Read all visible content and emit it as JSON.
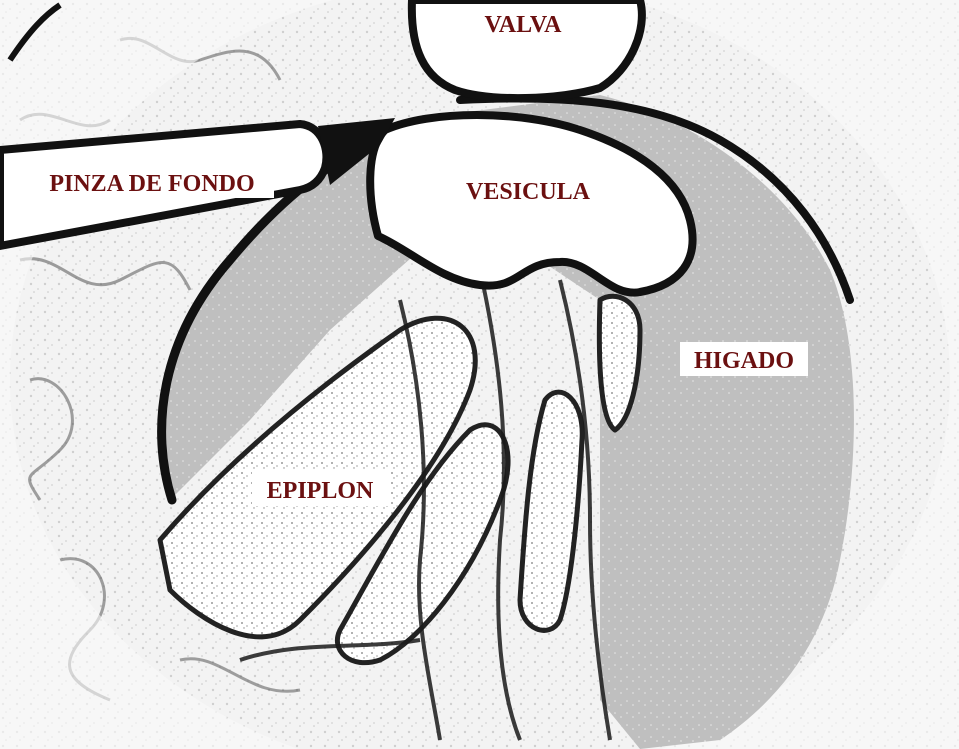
{
  "labels": {
    "valva": "VALVA",
    "pinza": "PINZA DE FONDO",
    "vesicula": "VESICULA",
    "higado": "HIGADO",
    "epiplon": "EPIPLON"
  },
  "colors": {
    "label_text": "#6b1010",
    "outline": "#111111",
    "liver_fill": "#bfbfbf",
    "background": "#f3f3f3",
    "shape_fill": "#ffffff"
  }
}
